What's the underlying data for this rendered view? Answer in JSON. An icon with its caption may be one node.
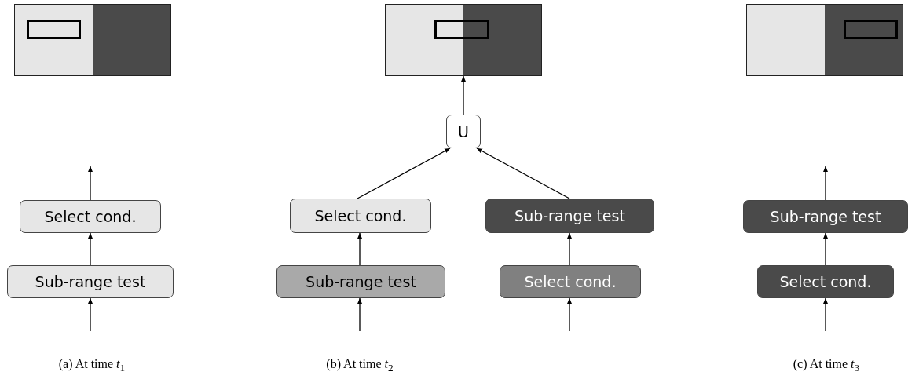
{
  "diagram": {
    "nodes": [
      {
        "text": [],
        "shape": "box"
      },
      {
        "text": [],
        "shape": "box"
      },
      {
        "text": [],
        "shape": "box"
      },
      {
        "text": [
          "U"
        ]
      },
      {
        "text": [
          "Select cond."
        ]
      },
      {
        "text": [
          "Select cond."
        ]
      },
      {
        "text": [
          "Sub-range test"
        ]
      },
      {
        "text": [
          "Sub-range test"
        ]
      },
      {
        "text": [
          "Sub-range test"
        ]
      },
      {
        "text": [
          "Sub-range test"
        ]
      },
      {
        "text": [
          "Select cond."
        ]
      },
      {
        "text": [
          "Select cond."
        ]
      },
      {
        "text": [],
        "shape": "box",
        "in": 0
      },
      {
        "text": [],
        "shape": "box",
        "in": 1
      },
      {
        "text": [],
        "shape": "box",
        "in": 2
      }
    ],
    "edges": [
      {
        "from": 4,
        "to": null,
        "arrow": "to"
      },
      {
        "from": 8,
        "to": 4,
        "arrow": "to"
      },
      {
        "from": null,
        "to": 8,
        "arrow": "to"
      },
      {
        "from": 3,
        "to": 1,
        "arrow": "to"
      },
      {
        "from": 5,
        "to": 3,
        "arrow": "to"
      },
      {
        "from": 6,
        "to": 3,
        "arrow": "to"
      },
      {
        "from": 9,
        "to": 5,
        "arrow": "to"
      },
      {
        "from": 10,
        "to": 6,
        "arrow": "to"
      },
      {
        "from": null,
        "to": 9,
        "arrow": "to"
      },
      {
        "from": null,
        "to": 10,
        "arrow": "to"
      },
      {
        "from": 7,
        "to": null,
        "arrow": "to"
      },
      {
        "from": 11,
        "to": 7,
        "arrow": "to"
      },
      {
        "from": null,
        "to": 11,
        "arrow": "to"
      }
    ],
    "labels": [
      "(a) At time *t*$_{1}$",
      "(b) At time *t*$_{2}$",
      "(c) At time *t*$_{3}$"
    ]
  }
}
